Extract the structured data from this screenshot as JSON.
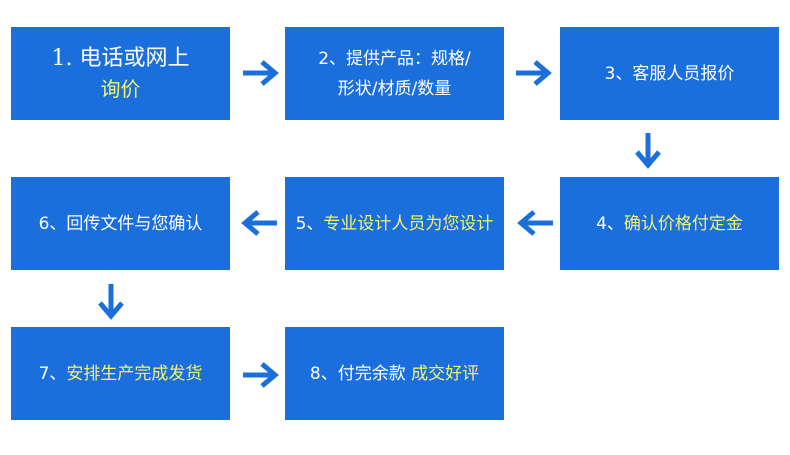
{
  "colors": {
    "box": "#1b6fdc",
    "highlight": "#f4f46a",
    "arrow": "#1b6fdc"
  },
  "steps": [
    {
      "lines": [
        {
          "white": "1. 电话或网上",
          "yellow": ""
        },
        {
          "white": "",
          "yellow": "询价"
        }
      ]
    },
    {
      "lines": [
        {
          "white": "2、提供产品：规格/",
          "yellow": ""
        },
        {
          "white": "形状/材质/数量",
          "yellow": ""
        }
      ]
    },
    {
      "lines": [
        {
          "white": "3、客服人员报价",
          "yellow": ""
        }
      ]
    },
    {
      "lines": [
        {
          "white": "4、",
          "yellow": "确认价格付定金"
        }
      ]
    },
    {
      "lines": [
        {
          "white": "5、",
          "yellow": "专业设计人员为您设计"
        }
      ]
    },
    {
      "lines": [
        {
          "white": "6、回传文件与您确认",
          "yellow": ""
        }
      ]
    },
    {
      "lines": [
        {
          "white": "7、",
          "yellow": "安排生产完成发货"
        }
      ]
    },
    {
      "lines": [
        {
          "white": "8、付完余款 ",
          "yellow": "成交好评"
        }
      ]
    }
  ]
}
